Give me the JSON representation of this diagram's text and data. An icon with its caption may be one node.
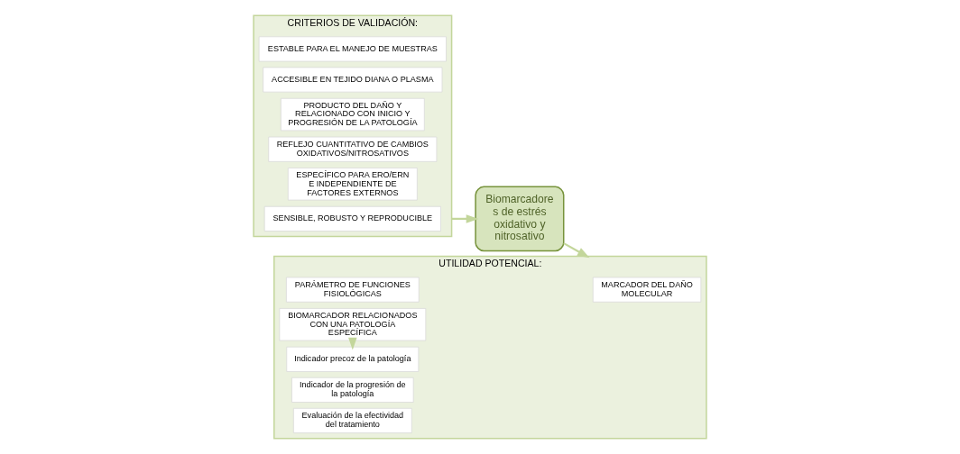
{
  "diagram": {
    "nodes": [
      {
        "text": [
          "CRITERIOS DE VALIDACIÓN:"
        ]
      },
      {
        "text": [
          "ESTABLE PARA EL MANEJO DE MUESTRAS"
        ],
        "in": 0
      },
      {
        "text": [
          "ACCESIBLE EN TEJIDO DIANA O PLASMA"
        ],
        "in": 0
      },
      {
        "text": [
          "PRODUCTO DEL DAÑO Y RELACIONADO CON INICIO Y PROGRESIÓN DE LA PATOLOGÍA"
        ],
        "in": 0
      },
      {
        "text": [
          "REFLEJO CUANTITATIVO DE CAMBIOS OXIDATIVOS/NITROSATIVOS"
        ],
        "in": 0
      },
      {
        "text": [
          "ESPECÍFICO PARA ERO/ERN E INDEPENDIENTE DE FACTORES EXTERNOS"
        ],
        "in": 0
      },
      {
        "text": [
          "SENSIBLE, ROBUSTO Y REPRODUCIBLE"
        ],
        "in": 0
      },
      {
        "text": [
          "Biomarcadores de estrés oxidativo y nitrosativo"
        ]
      },
      {
        "text": [
          "UTILIDAD POTENCIAL:"
        ]
      },
      {
        "text": [
          "MARCADOR DEL DAÑO MOLECULAR"
        ],
        "in": 8
      },
      {
        "text": [
          "PARÁMETRO DE FUNCIONES FISIOLÓGICAS"
        ],
        "in": 8
      },
      {
        "text": [
          "BIOMARCADOR RELACIONADOS CON UNA PATOLOGÍA ESPECÍFICA"
        ],
        "in": 8
      },
      {
        "text": [
          "Indicador precoz de la patología"
        ],
        "in": 8
      },
      {
        "text": [
          "Indicador de la progresión de la patología"
        ],
        "in": 8
      },
      {
        "text": [
          "Evaluación de la efectividad del tratamiento"
        ],
        "in": 8
      }
    ],
    "edges": [
      {
        "from": 0,
        "to": 7,
        "arrow": "to"
      },
      {
        "from": 7,
        "to": 8,
        "arrow": "to"
      },
      {
        "from": 11,
        "to": 12,
        "arrow": "to"
      }
    ]
  }
}
